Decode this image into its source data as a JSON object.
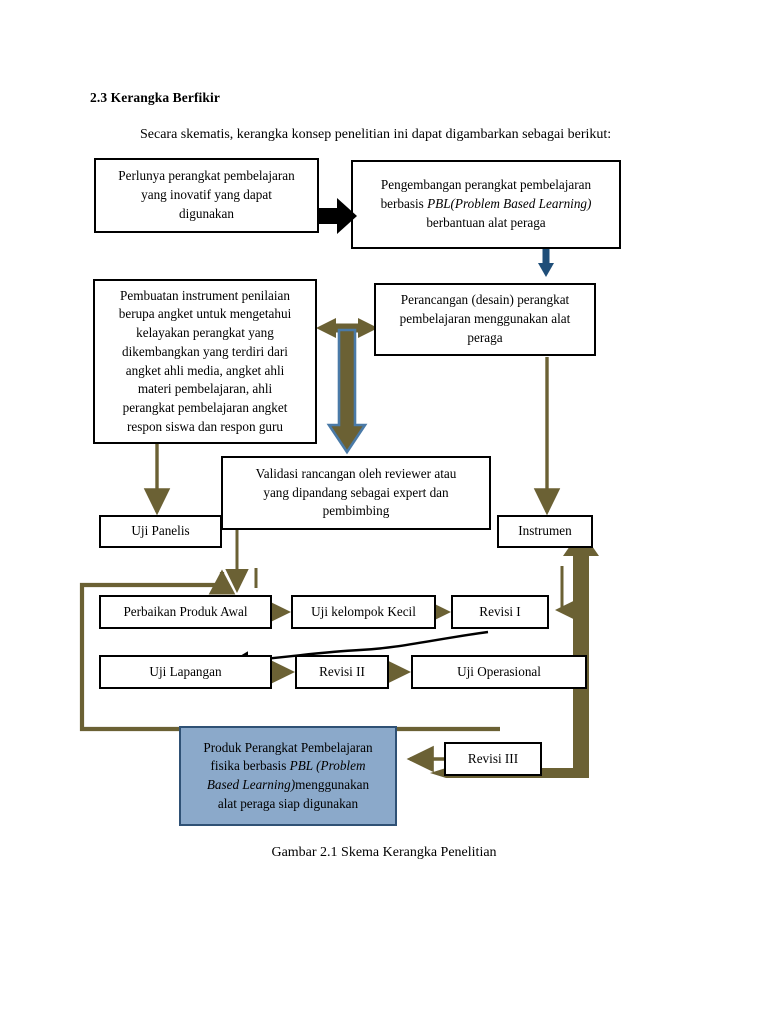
{
  "document": {
    "heading": "2.3 Kerangka Berfikir",
    "intro": "Secara skematis, kerangka konsep penelitian ini dapat digambarkan sebagai berikut:",
    "caption": "Gambar 2.1 Skema Kerangka Penelitian"
  },
  "colors": {
    "box_border": "#000000",
    "box_fill": "#ffffff",
    "product_box_fill": "#8ba9ca",
    "product_box_border": "#2f5175",
    "arrow_olive": "#6b6134",
    "arrow_blue": "#1f4e79",
    "arrow_black": "#000000",
    "text": "#000000"
  },
  "diagram": {
    "nodes": {
      "need": {
        "label": "Perlunya perangkat pembelajaran yang inovatif yang dapat digunakan",
        "line1": "Perlunya perangkat pembelajaran",
        "line2": "yang inovatif yang dapat",
        "line3": "digunakan"
      },
      "development": {
        "label": "Pengembangan perangkat pembelajaran berbasis PBL(Problem Based Learning) berbantuan alat peraga",
        "line1": "Pengembangan perangkat pembelajaran",
        "line2_pre": "berbasis ",
        "line2_em": "PBL(Problem Based Learning)",
        "line3": "berbantuan alat peraga"
      },
      "instrument_creation": {
        "label": "Pembuatan instrument penilaian berupa angket untuk mengetahui kelayakan perangkat yang dikembangkan yang terdiri dari angket ahli media, angket ahli materi pembelajaran, ahli perangkat pembelajaran angket respon siswa dan respon guru",
        "line1": "Pembuatan instrument penilaian",
        "line2": "berupa angket untuk mengetahui",
        "line3": "kelayakan perangkat yang",
        "line4": "dikembangkan yang terdiri dari",
        "line5": "angket ahli media, angket ahli",
        "line6": "materi pembelajaran, ahli",
        "line7": "perangkat pembelajaran angket",
        "line8": "respon siswa dan respon guru"
      },
      "design": {
        "label": "Perancangan (desain) perangkat pembelajaran menggunakan alat peraga",
        "line1": "Perancangan (desain) perangkat",
        "line2": "pembelajaran menggunakan alat",
        "line3": "peraga"
      },
      "validation": {
        "label": "Validasi rancangan oleh reviewer atau yang dipandang sebagai expert dan pembimbing",
        "line1": "Validasi rancangan oleh reviewer atau",
        "line2": "yang dipandang sebagai expert dan",
        "line3": "pembimbing"
      },
      "uji_panelis": {
        "label": "Uji Panelis"
      },
      "instrumen": {
        "label": "Instrumen"
      },
      "perbaikan_produk_awal": {
        "label": "Perbaikan Produk Awal"
      },
      "uji_kelompok_kecil": {
        "label": "Uji kelompok Kecil"
      },
      "revisi_1": {
        "label": "Revisi I"
      },
      "uji_lapangan": {
        "label": "Uji Lapangan"
      },
      "revisi_2": {
        "label": "Revisi II"
      },
      "uji_operasional": {
        "label": "Uji Operasional"
      },
      "revisi_3": {
        "label": "Revisi III"
      },
      "produk": {
        "label": "Produk Perangkat Pembelajaran fisika berbasis PBL (Problem Based Learning)menggunakan alat peraga siap digunakan",
        "line1": "Produk Perangkat Pembelajaran",
        "line2_pre": "fisika berbasis ",
        "line2_em": "PBL (Problem",
        "line3_em": "Based Learning)",
        "line3_post": "menggunakan",
        "line4": "alat peraga siap digunakan"
      }
    },
    "edges": [
      {
        "from": "need",
        "to": "development",
        "style": "black-thick-right"
      },
      {
        "from": "development",
        "to": "design",
        "style": "blue-down"
      },
      {
        "from": "instrument_creation",
        "to": "design",
        "style": "olive-double-horizontal"
      },
      {
        "from": "design",
        "to": "validation",
        "style": "blue-outline-olive-down"
      },
      {
        "from": "instrument_creation",
        "to": "uji_panelis",
        "style": "olive-down"
      },
      {
        "from": "design",
        "to": "instrumen",
        "style": "olive-down"
      },
      {
        "from": "validation",
        "to": "perbaikan_produk_awal",
        "style": "olive-down"
      },
      {
        "from": "perbaikan_produk_awal",
        "to": "uji_kelompok_kecil",
        "style": "olive-right"
      },
      {
        "from": "uji_kelompok_kecil",
        "to": "revisi_1",
        "style": "olive-right"
      },
      {
        "from": "revisi_1",
        "to": "uji_lapangan",
        "style": "black-curve-left"
      },
      {
        "from": "uji_lapangan",
        "to": "revisi_2",
        "style": "olive-right"
      },
      {
        "from": "revisi_2",
        "to": "uji_operasional",
        "style": "olive-right"
      },
      {
        "from": "uji_operasional",
        "to": "produk",
        "style": "olive-loop-left-up"
      },
      {
        "from": "revisi_3",
        "to": "produk",
        "style": "olive-left"
      },
      {
        "from": "revisi_3",
        "to": "instrumen",
        "style": "olive-thick-up"
      },
      {
        "from": "instrumen",
        "to": "revisi_1",
        "style": "olive-down-left"
      }
    ]
  }
}
